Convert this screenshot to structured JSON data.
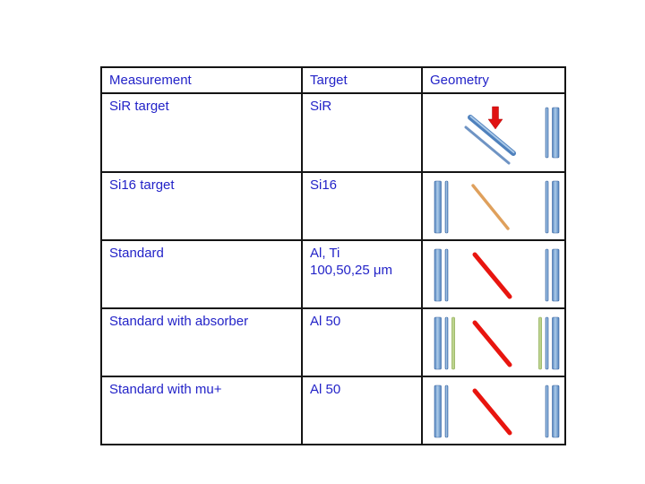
{
  "slide": {
    "background": "#ffffff"
  },
  "colors": {
    "text_blue": "#2323c8",
    "grid_border": "#141414",
    "bar_blue": "#4f81bd",
    "bar_blue_dark": "#3a65a0",
    "bar_blue_light": "#adcbe9",
    "bar_green": "#9bbb59",
    "bar_green_dark": "#84a544",
    "bar_green_light": "#cedfa8",
    "beam_red": "#e8150f",
    "beam_tan": "#dfa05c",
    "arrow_red": "#e01212"
  },
  "table": {
    "columns": [
      {
        "label": "Measurement"
      },
      {
        "label": "Target"
      },
      {
        "label": "Geometry"
      }
    ],
    "rows": [
      {
        "measurement": "SiR target",
        "target_lines": [
          "SiR"
        ],
        "geometry": {
          "description": "tilted double-bar target with downward beam arrow, detector pair at right",
          "tilted_target": true,
          "arrow_down": true,
          "left_bars": [],
          "beam": null,
          "right_bars": [
            "blue-thin",
            "blue-thick"
          ]
        }
      },
      {
        "measurement": "Si16 target",
        "target_lines": [
          "Si16"
        ],
        "geometry": {
          "description": "detector pair, tan diagonal beam line, detector pair",
          "tilted_target": false,
          "arrow_down": false,
          "left_bars": [
            "blue-thick",
            "blue-thin"
          ],
          "beam": "tan",
          "right_bars": [
            "blue-thin",
            "blue-thick"
          ]
        }
      },
      {
        "measurement": "Standard",
        "target_lines": [
          "Al, Ti",
          "100,50,25 μm"
        ],
        "geometry": {
          "description": "detector pair, red diagonal beam line, detector pair",
          "tilted_target": false,
          "arrow_down": false,
          "left_bars": [
            "blue-thick",
            "blue-thin"
          ],
          "beam": "red",
          "right_bars": [
            "blue-thin",
            "blue-thick"
          ]
        }
      },
      {
        "measurement": "Standard with absorber",
        "target_lines": [
          "Al 50"
        ],
        "geometry": {
          "description": "detector pair plus green absorber, red diagonal beam line, green absorber plus detector pair",
          "tilted_target": false,
          "arrow_down": false,
          "left_bars": [
            "blue-thick",
            "blue-thin",
            "green-thin"
          ],
          "beam": "red",
          "right_bars": [
            "green-thin",
            "blue-thin",
            "blue-thick"
          ]
        }
      },
      {
        "measurement": "Standard with mu+",
        "target_lines": [
          "Al 50"
        ],
        "geometry": {
          "description": "detector pair, red diagonal beam line, detector pair",
          "tilted_target": false,
          "arrow_down": false,
          "left_bars": [
            "blue-thick",
            "blue-thin"
          ],
          "beam": "red",
          "right_bars": [
            "blue-thin",
            "blue-thick"
          ]
        }
      }
    ]
  }
}
